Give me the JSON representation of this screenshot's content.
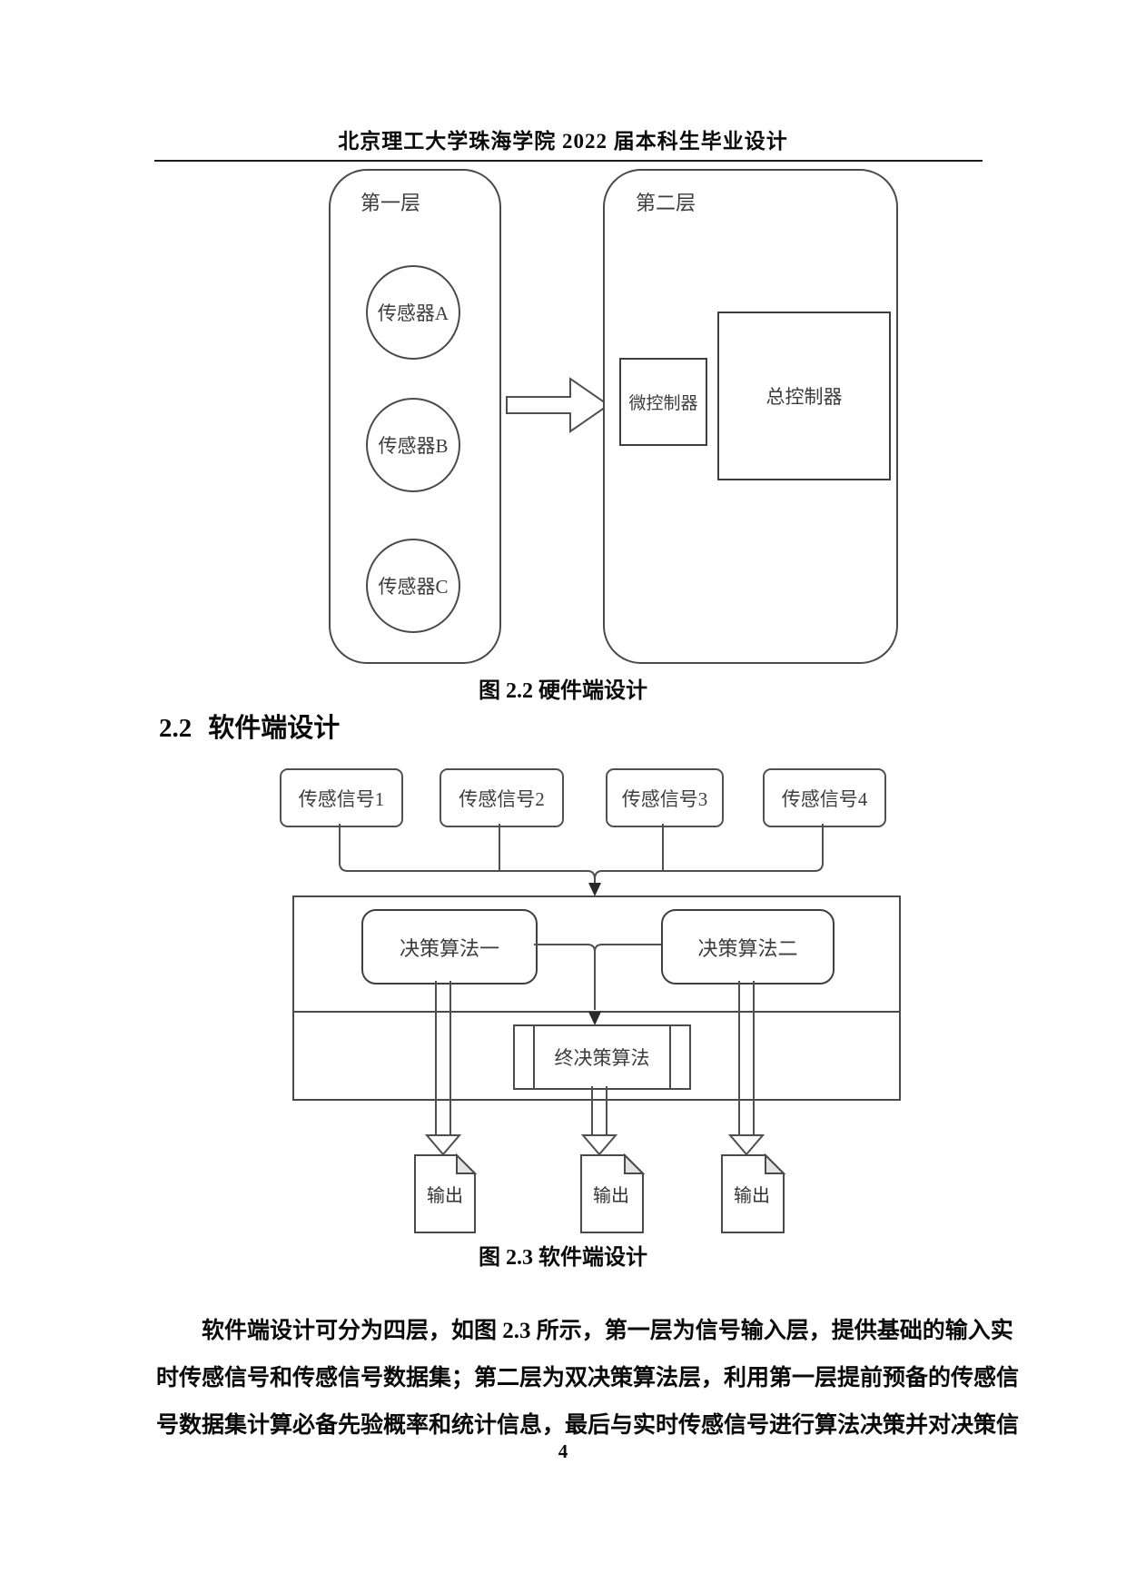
{
  "page": {
    "header": "北京理工大学珠海学院 2022 届本科生毕业设计",
    "page_number": "4"
  },
  "figure_2_2": {
    "caption": "图 2.2 硬件端设计",
    "layer1": {
      "label": "第一层",
      "sensors": [
        "传感器A",
        "传感器B",
        "传感器C"
      ]
    },
    "layer2": {
      "label": "第二层",
      "microcontroller": "微控制器",
      "master_controller": "总控制器"
    },
    "icons": {
      "flow_arrow": "block-arrow-right"
    }
  },
  "section_2_2": {
    "number": "2.2",
    "title": "软件端设计"
  },
  "figure_2_3": {
    "caption": "图 2.3 软件端设计",
    "signals": [
      "传感信号1",
      "传感信号2",
      "传感信号3",
      "传感信号4"
    ],
    "algorithms": [
      "决策算法一",
      "决策算法二"
    ],
    "final_algorithm": "终决策算法",
    "outputs": [
      "输出",
      "输出",
      "输出"
    ],
    "icons": {
      "merge_arrow": "arrow-down",
      "output_arrows": "hollow-arrow-down",
      "output_shape": "document-folded-corner"
    }
  },
  "paragraph": {
    "lines": [
      "软件端设计可分为四层，如图 2.3 所示，第一层为信号输入层，提供基础的输入实",
      "时传感信号和传感信号数据集；第二层为双决策算法层，利用第一层提前预备的传感信",
      "号数据集计算必备先验概率和统计信息，最后与实时传感信号进行算法决策并对决策信"
    ]
  }
}
